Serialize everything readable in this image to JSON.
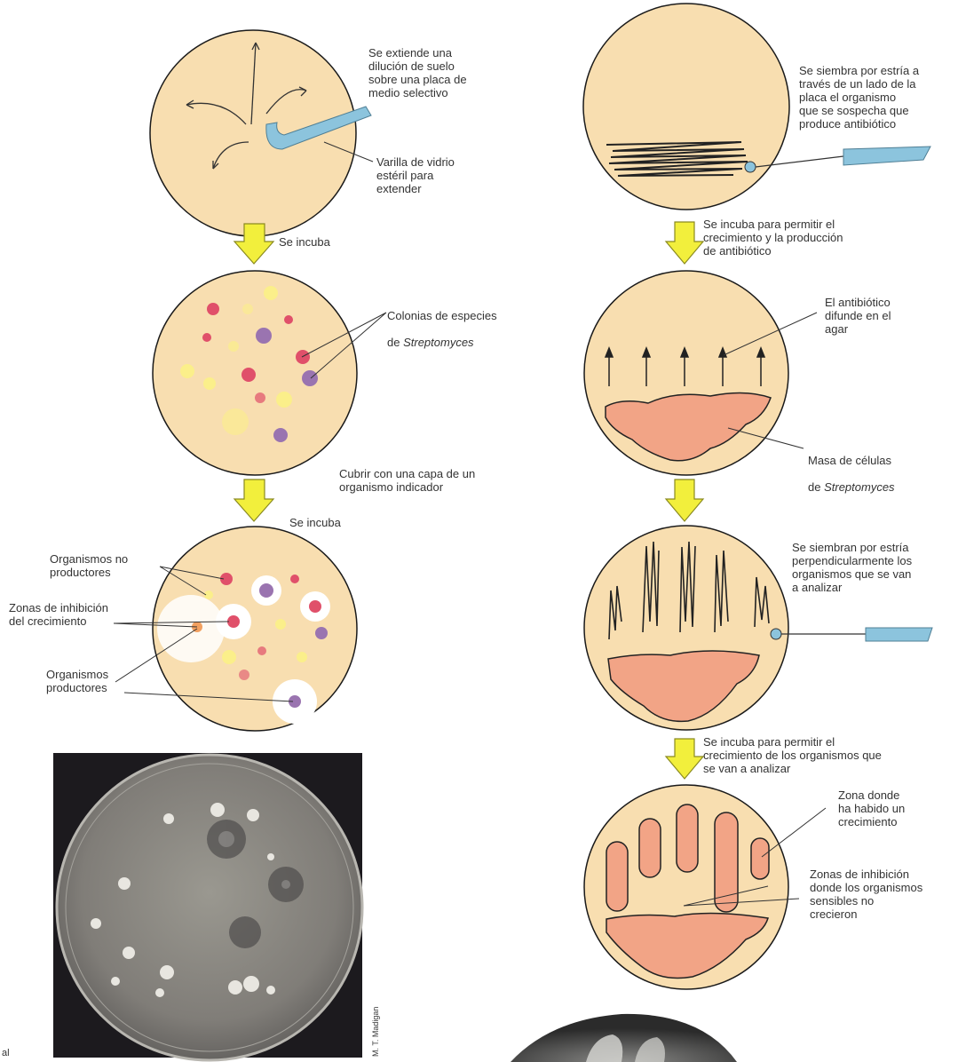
{
  "left_panel": {
    "step1": {
      "label_spread": "Se extiende una\ndilución de suelo\nsobre una placa de\nmedio selectivo",
      "label_rod": "Varilla de vidrio\nestéril para\nextender"
    },
    "arrow1_label": "Se incuba",
    "step2": {
      "label_colonies_line1": "Colonias de especies",
      "label_colonies_prefix": "de ",
      "label_colonies_genus": "Streptomyces"
    },
    "overlay_label": "Cubrir con una capa de un\norganismo indicador",
    "arrow2_label": "Se incuba",
    "step3": {
      "label_nonproducers": "Organismos no\nproductores",
      "label_zones": "Zonas de inhibición\ndel crecimiento",
      "label_producers": "Organismos\nproductores"
    },
    "photo_credit": "M. T. Madigan",
    "corner_text": "al"
  },
  "right_panel": {
    "step1_label": "Se siembra por estría a\ntravés de un lado de la\nplaca el organismo\nque se sospecha que\nproduce antibiótico",
    "arrow1_label": "Se incuba para permitir el\ncrecimiento y la producción\nde antibiótico",
    "step2": {
      "label_diffuse": "El antibiótico\ndifunde en el\nagar",
      "label_mass_line1": "Masa de células",
      "label_mass_prefix": "de ",
      "label_mass_genus": "Streptomyces"
    },
    "step3_label": "Se siembran por estría\nperpendicularmente los\norganismos que se van\na analizar",
    "arrow3_label": "Se incuba para permitir el\ncrecimiento de los organismos que\nse van a analizar",
    "step4": {
      "label_growth": "Zona donde\nha habido un\ncrecimiento",
      "label_inhibition": "Zonas de inhibición\ndonde los organismos\nsensibles no\ncrecieron"
    }
  },
  "colors": {
    "plate_fill": "#f8deb0",
    "plate_stroke": "#1a1a1a",
    "arrow_fill": "#f2ef3c",
    "arrow_stroke": "#8a8a20",
    "tool_blue": "#8cc4dd",
    "colony_red": "#e0506a",
    "colony_purple": "#9a74b0",
    "colony_yellow": "#fbef8a",
    "streptomyces_mass": "#f2a486",
    "halo": "#ffffff",
    "photo_bg": "#1c1a1e"
  }
}
